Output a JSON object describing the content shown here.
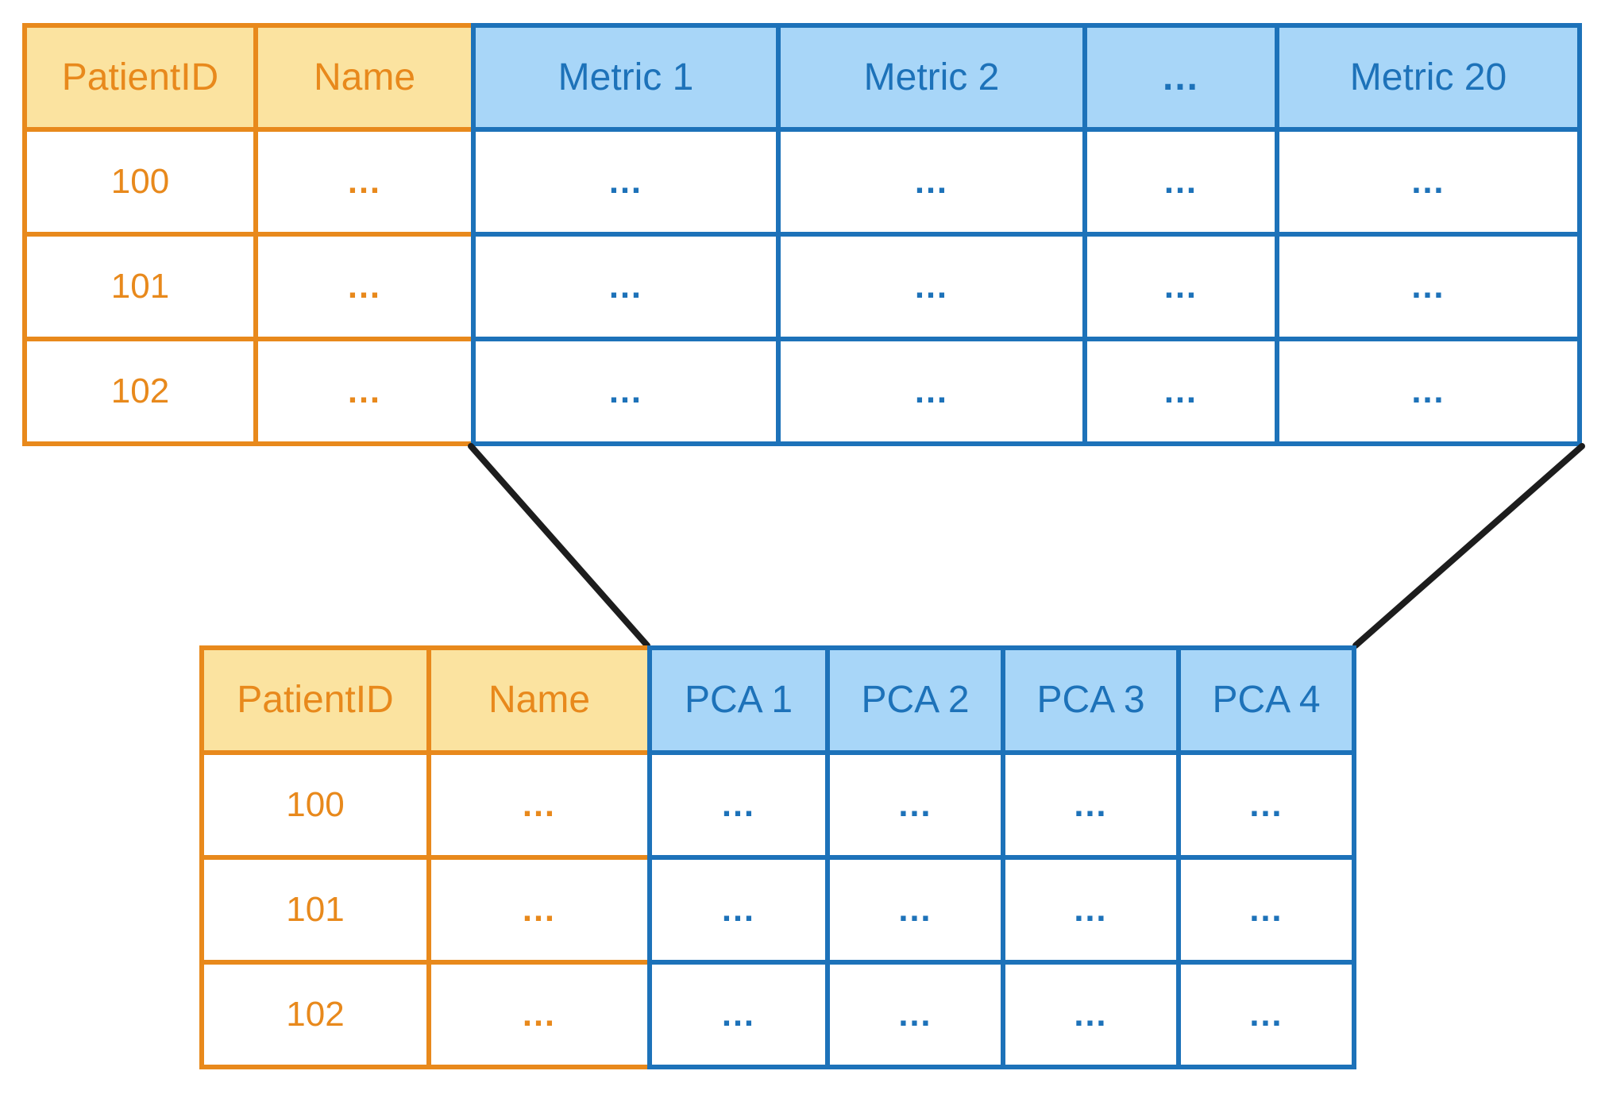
{
  "colors": {
    "orange": "#E8891C",
    "yellow_fill": "#FBE3A0",
    "blue": "#1D72B9",
    "blue_fill": "#A8D6F8",
    "connector_black": "#1D1D1D",
    "cell_white": "#FFFFFF"
  },
  "top_table": {
    "headers": {
      "patient_id": "PatientID",
      "name": "Name",
      "metrics": [
        "Metric 1",
        "Metric 2",
        "…",
        "Metric 20"
      ]
    },
    "rows": [
      {
        "patient_id": "100",
        "name": "…",
        "metrics": [
          "…",
          "…",
          "…",
          "…"
        ]
      },
      {
        "patient_id": "101",
        "name": "…",
        "metrics": [
          "…",
          "…",
          "…",
          "…"
        ]
      },
      {
        "patient_id": "102",
        "name": "…",
        "metrics": [
          "…",
          "…",
          "…",
          "…"
        ]
      }
    ]
  },
  "bottom_table": {
    "headers": {
      "patient_id": "PatientID",
      "name": "Name",
      "pca": [
        "PCA 1",
        "PCA 2",
        "PCA 3",
        "PCA 4"
      ]
    },
    "rows": [
      {
        "patient_id": "100",
        "name": "…",
        "pca": [
          "…",
          "…",
          "…",
          "…"
        ]
      },
      {
        "patient_id": "101",
        "name": "…",
        "pca": [
          "…",
          "…",
          "…",
          "…"
        ]
      },
      {
        "patient_id": "102",
        "name": "…",
        "pca": [
          "…",
          "…",
          "…",
          "…"
        ]
      }
    ]
  }
}
